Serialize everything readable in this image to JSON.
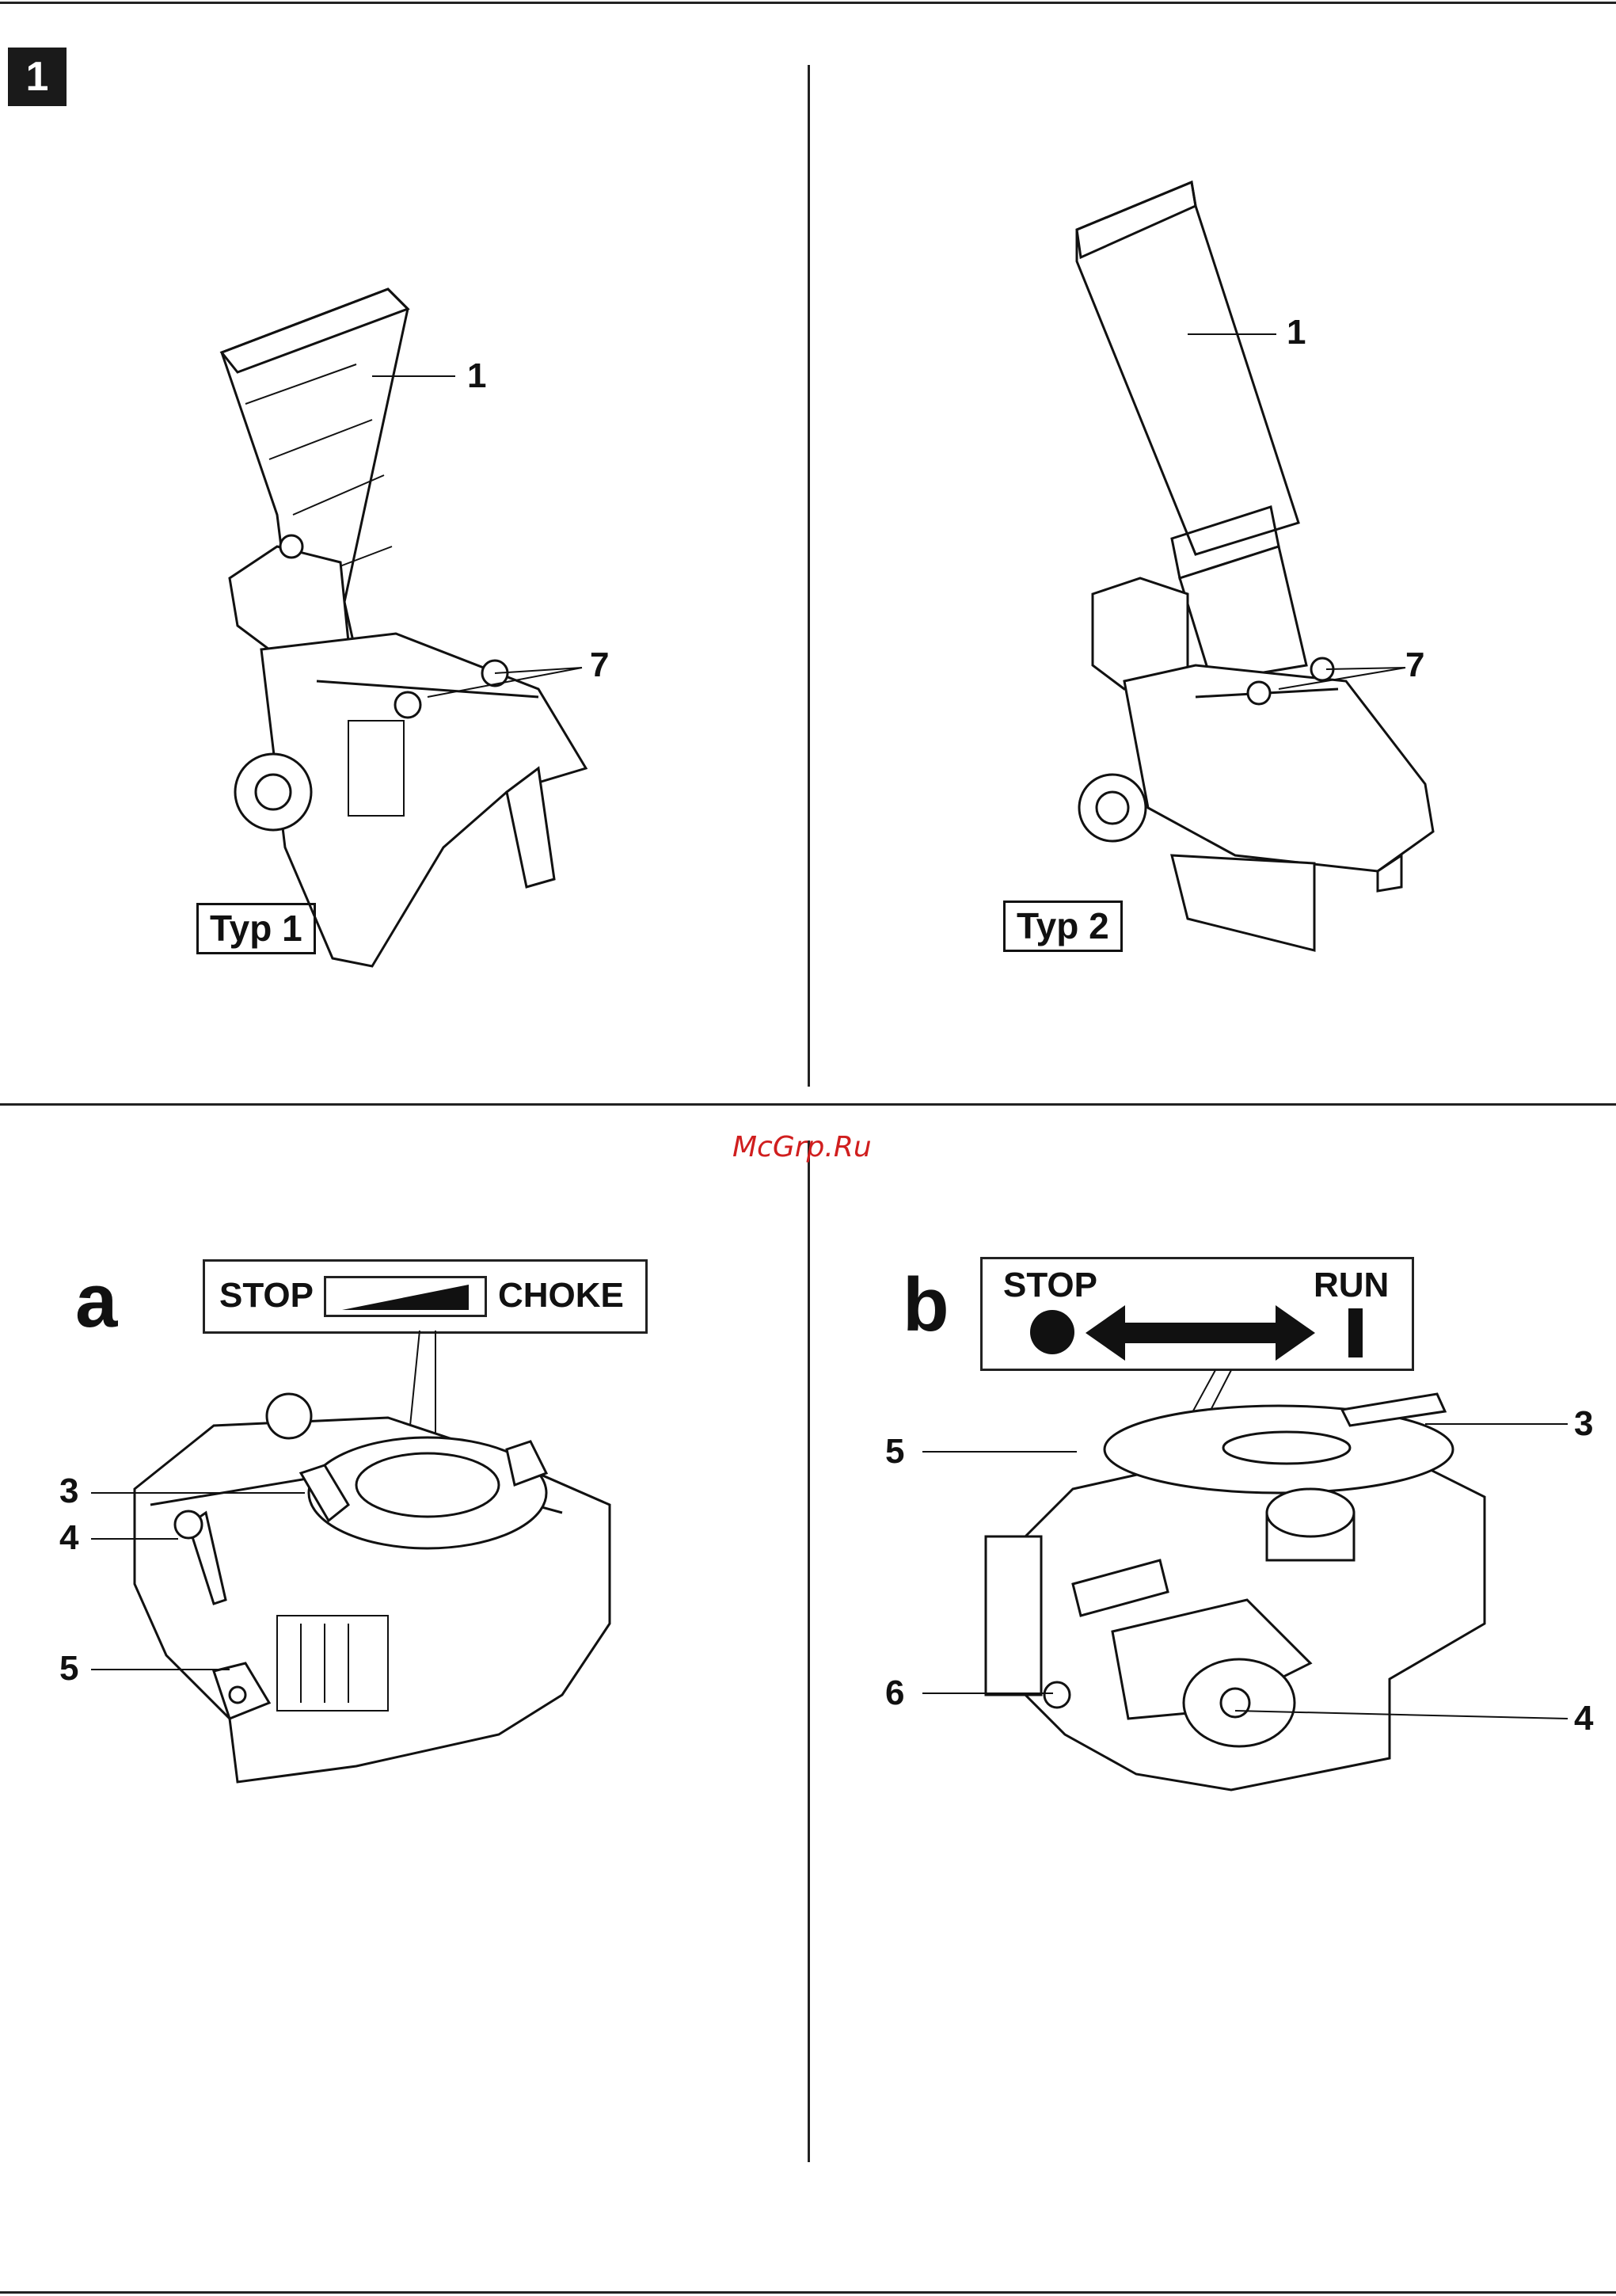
{
  "page": {
    "number": "1"
  },
  "watermark": "McGrp.Ru",
  "panels": {
    "typ1": {
      "label": "Typ 1",
      "callouts": [
        "1",
        "7"
      ]
    },
    "typ2": {
      "label": "Typ 2",
      "callouts": [
        "1",
        "7"
      ]
    },
    "a": {
      "letter": "a",
      "label_left": "STOP",
      "label_right": "CHOKE",
      "callouts": [
        "3",
        "4",
        "5"
      ]
    },
    "b": {
      "letter": "b",
      "label_left": "STOP",
      "label_right": "RUN",
      "callouts": [
        "5",
        "3",
        "6",
        "4"
      ]
    }
  }
}
